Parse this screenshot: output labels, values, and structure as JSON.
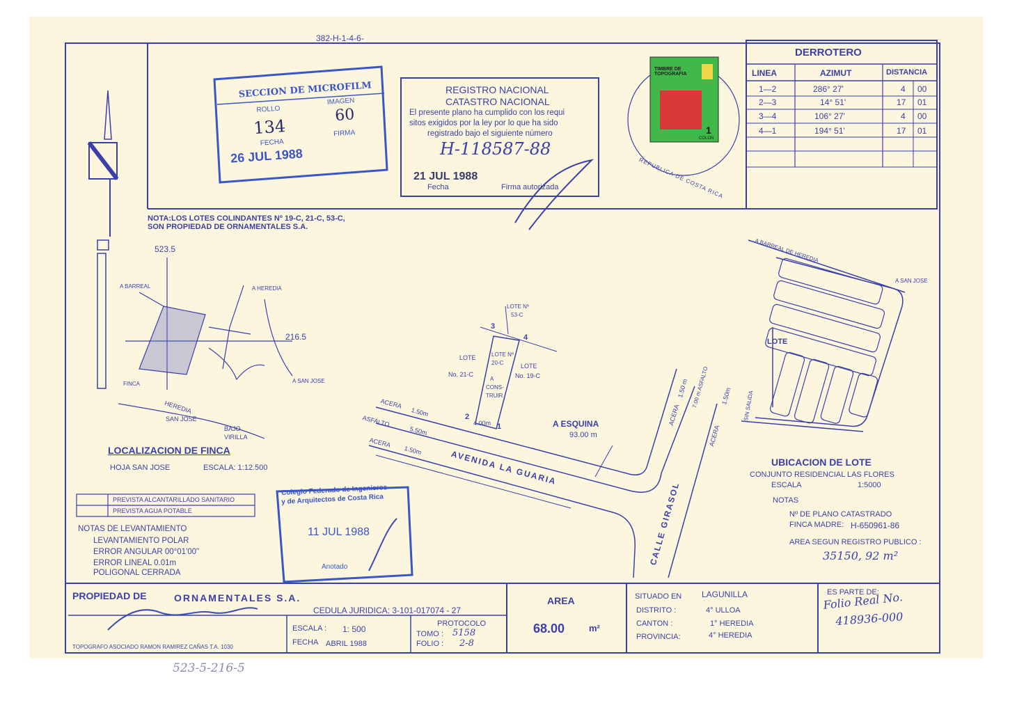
{
  "doc_ref": "382-H-1-4-6-",
  "derrotero": {
    "title": "DERROTERO",
    "headers": [
      "LINEA",
      "AZIMUT",
      "DISTANCIA"
    ],
    "rows": [
      {
        "linea": "1—2",
        "azimut": "286° 27'",
        "dist_int": "4",
        "dist_dec": "00"
      },
      {
        "linea": "2—3",
        "azimut": "14° 51'",
        "dist_int": "17",
        "dist_dec": "01"
      },
      {
        "linea": "3—4",
        "azimut": "106° 27'",
        "dist_int": "4",
        "dist_dec": "00"
      },
      {
        "linea": "4—1",
        "azimut": "194° 51'",
        "dist_int": "17",
        "dist_dec": "01"
      }
    ]
  },
  "microfilm": {
    "title": "SECCION DE MICROFILM",
    "rollo_label": "ROLLO",
    "rollo": "134",
    "imagen_label": "IMAGEN",
    "imagen": "60",
    "fecha_label": "FECHA",
    "date": "26 JUL 1988",
    "firma_label": "FIRMA"
  },
  "registro": {
    "line1": "REGISTRO NACIONAL",
    "line2": "CATASTRO NACIONAL",
    "text1": "El presente plano ha cumplido con los requi",
    "text2": "sitos exigidos por la ley por lo que ha sido",
    "text3": "registrado bajo el siguiente número",
    "number": "H-118587-88",
    "date": "21 JUL 1988",
    "fecha_label": "Fecha",
    "firma_label": "Firma autorizada"
  },
  "timbre": {
    "label": "TIMBRE DE TOPOGRAFIA",
    "value": "1",
    "colon": "COLON",
    "ring": "REPUBLICA DE COSTA RICA"
  },
  "nota": {
    "line1": "NOTA:LOS LOTES COLINDANTES Nº 19-C, 21-C, 53-C,",
    "line2": "SON PROPIEDAD DE ORNAMENTALES S.A."
  },
  "localizacion": {
    "coord_top": "523.5",
    "coord_right": "216.5",
    "a_barreal": "A BARREAL",
    "a_heredia": "A HEREDIA",
    "finca": "FINCA",
    "a_san_jose": "A SAN JOSE",
    "heredia": "HEREDIA",
    "san_jose": "SAN JOSE",
    "bajo": "BAJO",
    "virilla": "VIRILLA",
    "title": "LOCALIZACION DE FINCA",
    "hoja": "HOJA SAN JOSE",
    "escala": "ESCALA: 1:12.500"
  },
  "leyenda": {
    "item1": "PREVISTA ALCANTARILLADO SANITARIO",
    "item2": "PREVISTA AGUA POTABLE"
  },
  "levantamiento": {
    "title": "NOTAS DE LEVANTAMIENTO",
    "l1": "LEVANTAMIENTO POLAR",
    "l2": "ERROR ANGULAR 00°01'00\"",
    "l3": "ERROR LINEAL 0.01m",
    "l4": "POLIGONAL CERRADA"
  },
  "plano": {
    "lote_53_a": "LOTE Nº",
    "lote_53_b": "53-C",
    "lote_21_a": "LOTE",
    "lote_21_b": "No. 21-C",
    "lote_20_a": "LOTE Nº",
    "lote_20_b": "20-C",
    "lote_19_a": "LOTE",
    "lote_19_b": "No. 19-C",
    "a_construir_1": "A",
    "a_construir_2": "CONS-",
    "a_construir_3": "TRUIR",
    "p1": "1",
    "p2": "2",
    "p3": "3",
    "p4": "4",
    "frente": "4.00m",
    "acera_1": "ACERA",
    "acera_1m": "1.50m",
    "asfalto": "ASFALTO",
    "asfalto_m": "5.50m",
    "acera_2": "ACERA",
    "acera_2m": "1.50m",
    "avenida": "AVENIDA LA GUARIA",
    "esquina": "A ESQUINA",
    "esquina_m": "93.00 m",
    "calle": "CALLE GIRASOL",
    "acera_v1": "ACERA",
    "acera_v1m": "1.50 m",
    "asfalto_v": "7.00 m ASFALTO",
    "acera_v2": "ACERA",
    "acera_v2m": "1.50m"
  },
  "ubicacion": {
    "a_barreal": "A BARREAL DE HEREDIA",
    "a_san_jose": "A SAN JOSE",
    "lote": "LOTE",
    "sin_salida": "SIN SALIDA",
    "title": "UBICACION DE LOTE",
    "conjunto": "CONJUNTO RESIDENCIAL LAS FLORES",
    "escala_label": "ESCALA",
    "escala": "1:5000",
    "notas": "NOTAS",
    "plano_cat": "Nº DE PLANO CATASTRADO",
    "finca_madre_label": "FINCA MADRE:",
    "finca_madre": "H-650961-86",
    "area_reg_label": "AREA SEGUN REGISTRO PUBLICO :",
    "area_reg": "35150, 92 m²"
  },
  "colegio": {
    "line1": "Colegio Federado de Ingenieros",
    "line2": "y de Arquitectos de Costa Rica",
    "date": "11 JUL 1988",
    "anotado": "Anotado"
  },
  "title_block": {
    "propiedad_label": "PROPIEDAD DE",
    "propietario": "ORNAMENTALES S.A.",
    "cedula": "CEDULA JURIDICA: 3-101-017074 - 27",
    "topografo": "TOPOGRAFO ASOCIADO RAMON RAMIREZ CAÑAS T.A. 1030",
    "escala_label": "ESCALA :",
    "escala": "1: 500",
    "fecha_label": "FECHA",
    "fecha": "ABRIL 1988",
    "protocolo": "PROTOCOLO",
    "tomo_label": "TOMO :",
    "tomo": "5158",
    "folio_label": "FOLIO :",
    "folio": "2-8",
    "area_label": "AREA",
    "area": "68.00",
    "area_unit": "m²",
    "situado_label": "SITUADO EN",
    "situado": "LAGUNILLA",
    "distrito_label": "DISTRITO :",
    "distrito": "4° ULLOA",
    "canton_label": "CANTON :",
    "canton": "1° HEREDIA",
    "provincia_label": "PROVINCIA:",
    "provincia": "4° HEREDIA",
    "es_parte": "ES PARTE DE:",
    "folio_real": "Folio Real No.",
    "folio_real_no": "418936-000"
  },
  "bottom_note": "523-5-216-5",
  "colors": {
    "ink": "#3b3fa8",
    "paper": "#fbf6dd",
    "stamp_blue": "#3a55c8"
  }
}
